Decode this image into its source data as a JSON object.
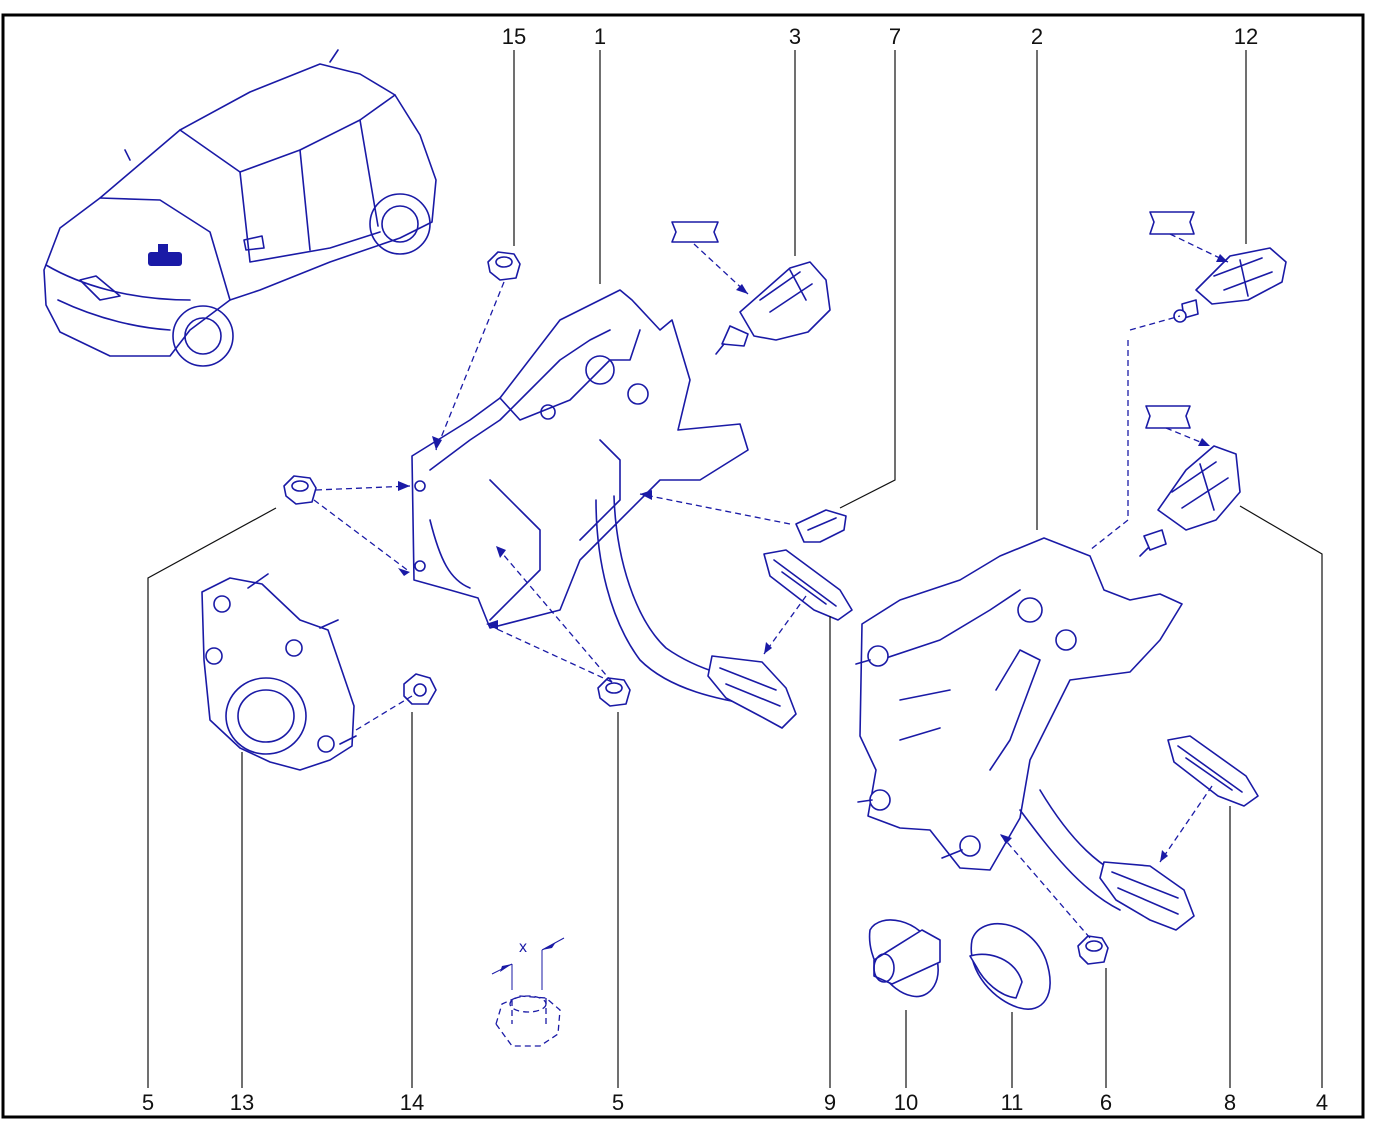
{
  "diagram": {
    "callouts": {
      "c15": "15",
      "c1": "1",
      "c3": "3",
      "c7": "7",
      "c2": "2",
      "c12": "12",
      "c5a": "5",
      "c13": "13",
      "c14": "14",
      "c5b": "5",
      "c9": "9",
      "c10": "10",
      "c11": "11",
      "c6": "6",
      "c8": "8",
      "c4": "4"
    },
    "detail_label": "x",
    "icons": [
      "car-icon",
      "lubricant-symbol-icon",
      "pedal-bracket-icon",
      "switch-icon",
      "nut-icon",
      "pedal-pad-icon",
      "bushing-icon",
      "clip-icon",
      "bearing-housing-icon"
    ],
    "colors": {
      "line": "#1a1aa6",
      "text": "#111111",
      "frame": "#000000",
      "background": "#ffffff"
    }
  }
}
